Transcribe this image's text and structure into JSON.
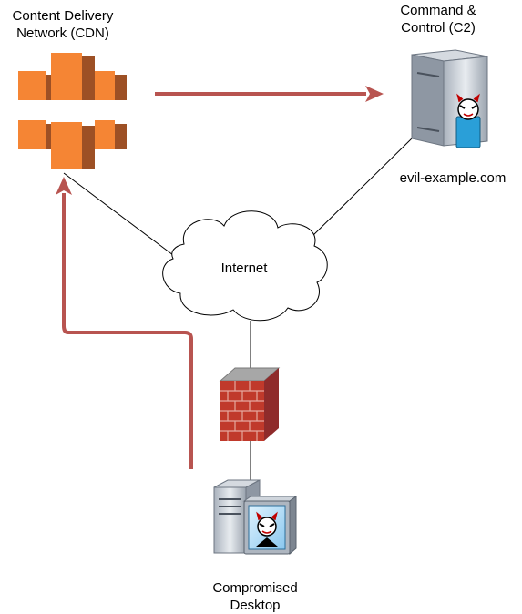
{
  "nodes": {
    "cdn": {
      "label_line1": "Content Delivery",
      "label_line2": "Network (CDN)",
      "icon": "aws-cloudfront-cubes-icon"
    },
    "c2": {
      "label_line1": "Command &",
      "label_line2": "Control (C2)",
      "domain": "evil-example.com",
      "icon": "server-with-hacker-icon"
    },
    "internet": {
      "label": "Internet",
      "icon": "cloud-icon"
    },
    "firewall": {
      "icon": "brick-firewall-icon"
    },
    "desktop": {
      "label_line1": "Compromised",
      "label_line2": "Desktop",
      "icon": "desktop-with-hacker-icon"
    }
  },
  "colors": {
    "arrow": "#b85450",
    "cube_light": "#f58534",
    "cube_dark": "#9d5025",
    "line": "#000000"
  }
}
